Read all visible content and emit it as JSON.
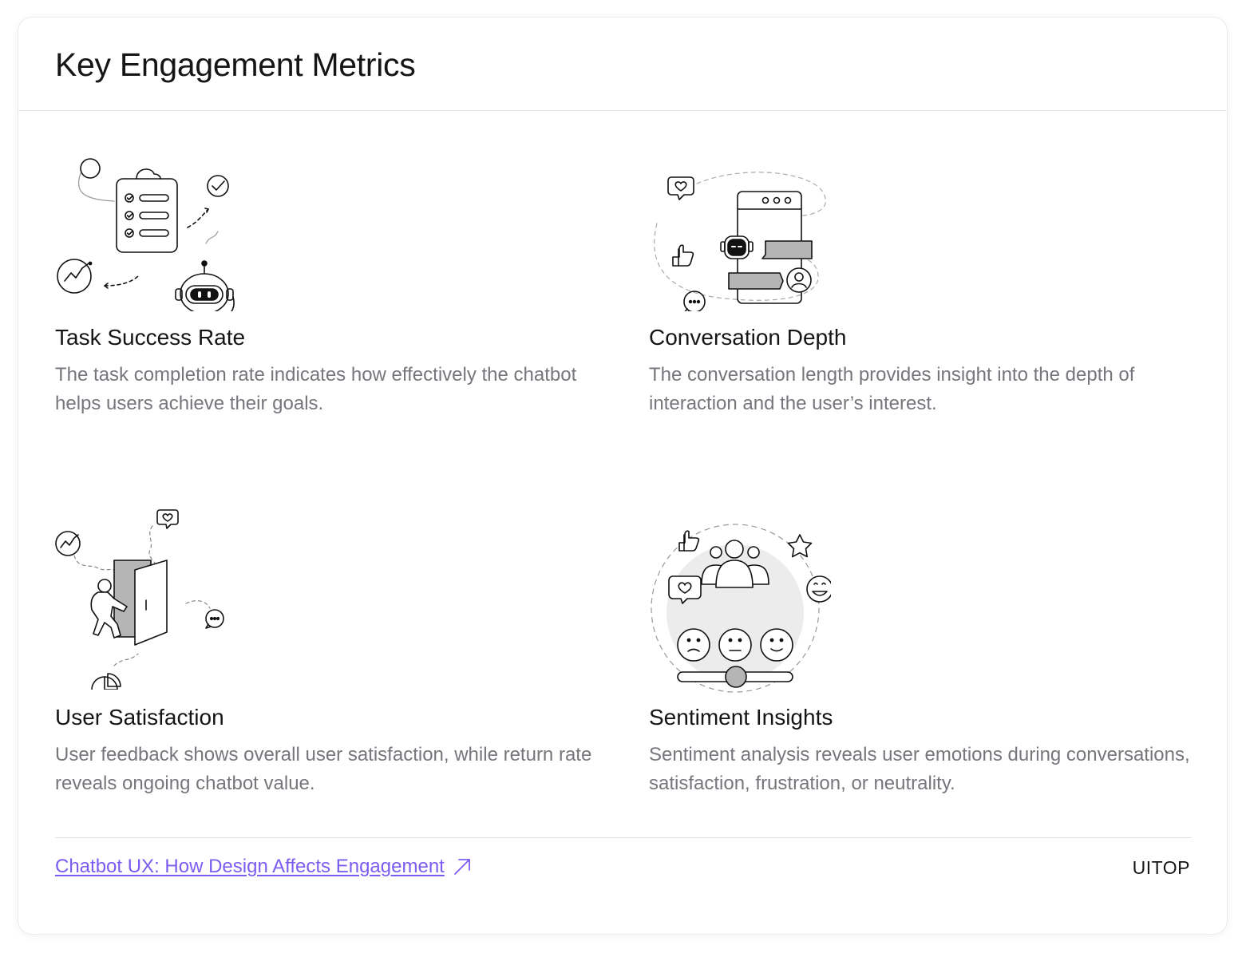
{
  "page": {
    "title": "Key Engagement Metrics"
  },
  "metrics": [
    {
      "title": "Task Success Rate",
      "description": "The task completion rate indicates how effectively the chatbot helps users achieve their goals.",
      "illustration": "clipboard-checklist-robot-illustration"
    },
    {
      "title": "Conversation Depth",
      "description": "The conversation length provides insight into the depth of interaction and the user’s interest.",
      "illustration": "phone-chat-bubbles-illustration"
    },
    {
      "title": "User Satisfaction",
      "description": "User feedback shows overall user satisfaction, while return rate reveals ongoing chatbot value.",
      "illustration": "person-exiting-door-illustration"
    },
    {
      "title": "Sentiment Insights",
      "description": "Sentiment analysis reveals user emotions during conversations, satisfaction, frustration, or neutrality.",
      "illustration": "group-emotion-faces-illustration"
    }
  ],
  "footer": {
    "link_label": "Chatbot UX: How Design Affects Engagement",
    "brand": "UITOP"
  },
  "colors": {
    "link": "#7b5cf0",
    "text": "#151515",
    "muted": "#76767c",
    "fill_gray": "#b5b5b5"
  },
  "icons": {
    "link_arrow": "arrow-up-right-icon"
  }
}
